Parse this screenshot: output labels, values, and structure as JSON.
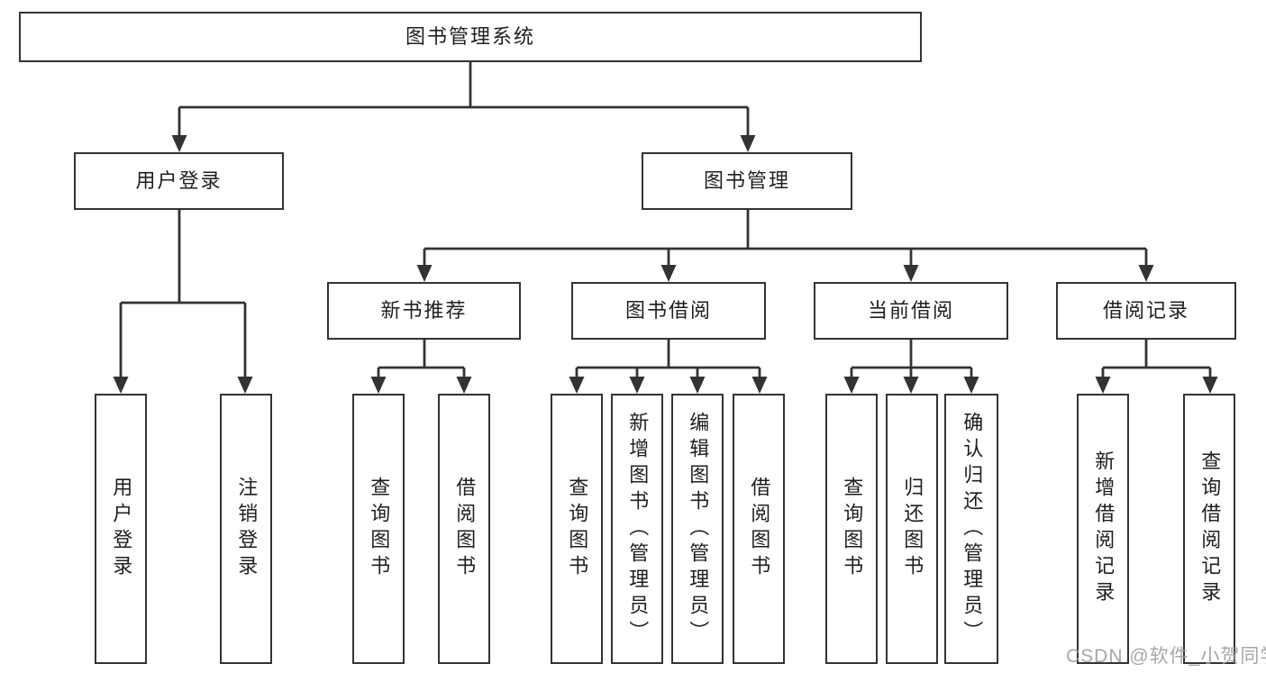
{
  "diagram": {
    "type": "hierarchy-tree",
    "orientation": "top-down"
  },
  "tree": {
    "root": {
      "label": "图书管理系统",
      "children": [
        {
          "label": "用户登录",
          "children": [
            {
              "label": "用户登录"
            },
            {
              "label": "注销登录"
            }
          ]
        },
        {
          "label": "图书管理",
          "children": [
            {
              "label": "新书推荐",
              "children": [
                {
                  "label": "查询图书"
                },
                {
                  "label": "借阅图书"
                }
              ]
            },
            {
              "label": "图书借阅",
              "children": [
                {
                  "label": "查询图书"
                },
                {
                  "label": "新增图书（管理员）"
                },
                {
                  "label": "编辑图书（管理员）"
                },
                {
                  "label": "借阅图书"
                }
              ]
            },
            {
              "label": "当前借阅",
              "children": [
                {
                  "label": "查询图书"
                },
                {
                  "label": "归还图书"
                },
                {
                  "label": "确认归还（管理员）"
                }
              ]
            },
            {
              "label": "借阅记录",
              "children": [
                {
                  "label": "新增借阅记录"
                },
                {
                  "label": "查询借阅记录"
                }
              ]
            }
          ]
        }
      ]
    }
  },
  "watermark": {
    "text": "CSDN @软件_小贺同学"
  },
  "colors": {
    "line": "#333333",
    "box_border": "#333333",
    "text": "#1f1f1f",
    "watermark": "#9e9e9e",
    "background": "#ffffff"
  }
}
